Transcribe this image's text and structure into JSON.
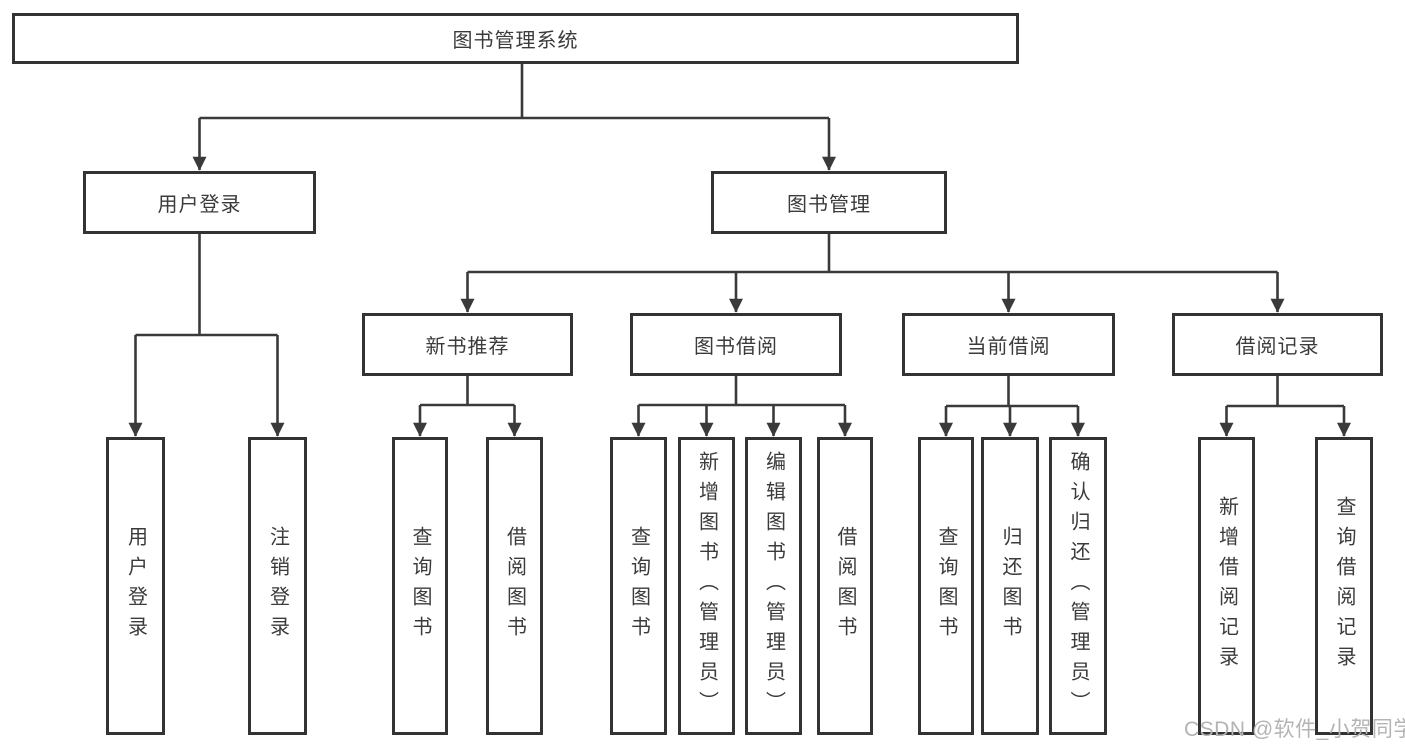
{
  "diagram": {
    "root": {
      "label": "图书管理系统"
    },
    "level2": [
      {
        "label": "用户登录",
        "children": [
          {
            "label": "用户登录"
          },
          {
            "label": "注销登录"
          }
        ]
      },
      {
        "label": "图书管理",
        "children": [
          {
            "label": "新书推荐",
            "children": [
              {
                "label": "查询图书"
              },
              {
                "label": "借阅图书"
              }
            ]
          },
          {
            "label": "图书借阅",
            "children": [
              {
                "label": "查询图书"
              },
              {
                "label": "新增图书（管理员）"
              },
              {
                "label": "编辑图书（管理员）"
              },
              {
                "label": "借阅图书"
              }
            ]
          },
          {
            "label": "当前借阅",
            "children": [
              {
                "label": "查询图书"
              },
              {
                "label": "归还图书"
              },
              {
                "label": "确认归还（管理员）"
              }
            ]
          },
          {
            "label": "借阅记录",
            "children": [
              {
                "label": "新增借阅记录"
              },
              {
                "label": "查询借阅记录"
              }
            ]
          }
        ]
      }
    ]
  },
  "watermark": {
    "text": "CSDN @软件_小贺同学"
  },
  "colors": {
    "line": "#3a3a3a",
    "border": "#333333",
    "text": "#3b3b3b",
    "watermark": "#b4b4b4",
    "background": "#ffffff"
  }
}
